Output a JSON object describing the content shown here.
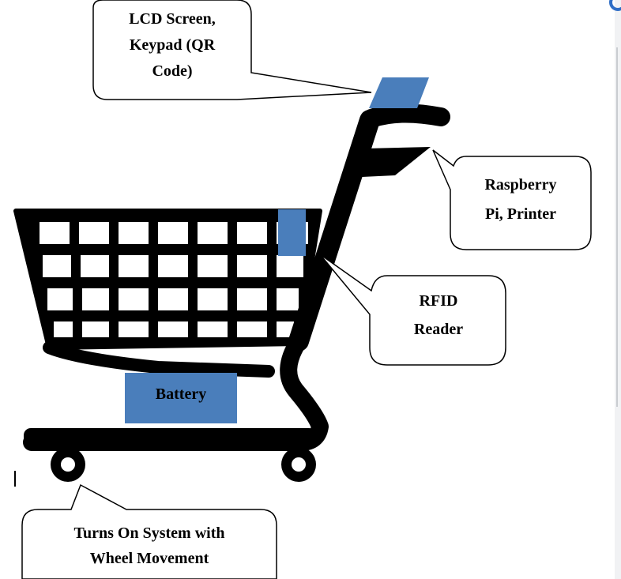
{
  "diagram": {
    "labels": {
      "lcd": [
        "LCD Screen,",
        "Keypad (QR",
        "Code)"
      ],
      "raspberry": [
        "Raspberry",
        "Pi, Printer"
      ],
      "rfid": [
        "RFID",
        "Reader"
      ],
      "battery": "Battery",
      "wheel": [
        "Turns On System with",
        "Wheel Movement"
      ]
    },
    "colors": {
      "cart": "#000000",
      "component": "#4a7ebb",
      "callout_border": "#000000",
      "callout_fill": "#ffffff",
      "accent": "#2f6ec6"
    }
  }
}
